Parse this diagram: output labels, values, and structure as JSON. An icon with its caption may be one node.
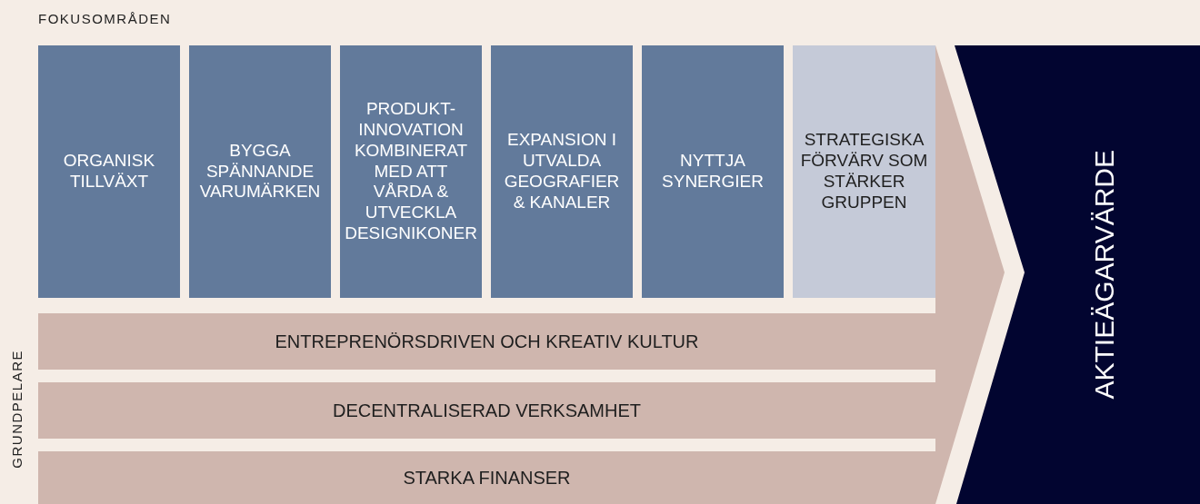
{
  "diagram": {
    "nodes": [
      {
        "text": [
          "ORGANISK TILLVÄXT"
        ]
      },
      {
        "text": [
          "BYGGA SPÄNNANDE VARUMÄRKEN"
        ]
      },
      {
        "text": [
          "PRODUKT-INNOVATION KOMBINERAT MED ATT VÅRDA & UTVECKLA DESIGNIKONER"
        ]
      },
      {
        "text": [
          "EXPANSION I UTVALDA GEOGRAFIER & KANALER"
        ]
      },
      {
        "text": [
          "NYTTJA SYNERGIER"
        ]
      },
      {
        "text": [
          "STRATEGISKA FÖRVÄRV SOM STÄRKER GRUPPEN"
        ]
      },
      {
        "text": [
          "ENTREPRENÖRSDRIVEN OCH KREATIV KULTUR"
        ]
      },
      {
        "text": [
          "DECENTRALISERAD VERKSAMHET"
        ]
      },
      {
        "text": [
          "STARKA FINANSER"
        ]
      },
      {
        "text": [
          "AKTIEÄGARVÄRDE"
        ]
      }
    ],
    "edges": [],
    "labels": [
      "FOKUSOMRÅDEN",
      "GRUNDPELARE"
    ]
  }
}
